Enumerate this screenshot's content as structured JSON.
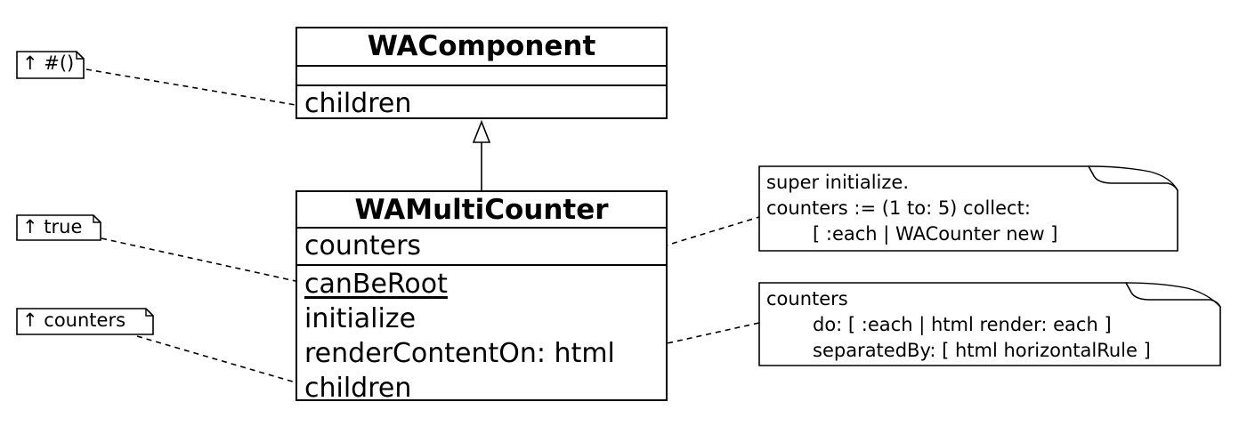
{
  "component_class": {
    "name": "WAComponent",
    "attributes": [],
    "methods": [
      "children"
    ]
  },
  "subclass": {
    "name": "WAMultiCounter",
    "attributes": [
      "counters"
    ],
    "methods": [
      "canBeRoot",
      "initialize",
      "renderContentOn: html",
      "children"
    ]
  },
  "return_notes": {
    "children_empty": "↑ #()",
    "can_be_root": "↑ true",
    "counters": "↑ counters"
  },
  "code_notes": {
    "initialize": [
      "super initialize.",
      "counters := (1 to: 5) collect:",
      "[ :each | WACounter new ]"
    ],
    "render": [
      "counters",
      "do: [ :each | html render: each ]",
      "separatedBy: [ html horizontalRule ]"
    ]
  }
}
